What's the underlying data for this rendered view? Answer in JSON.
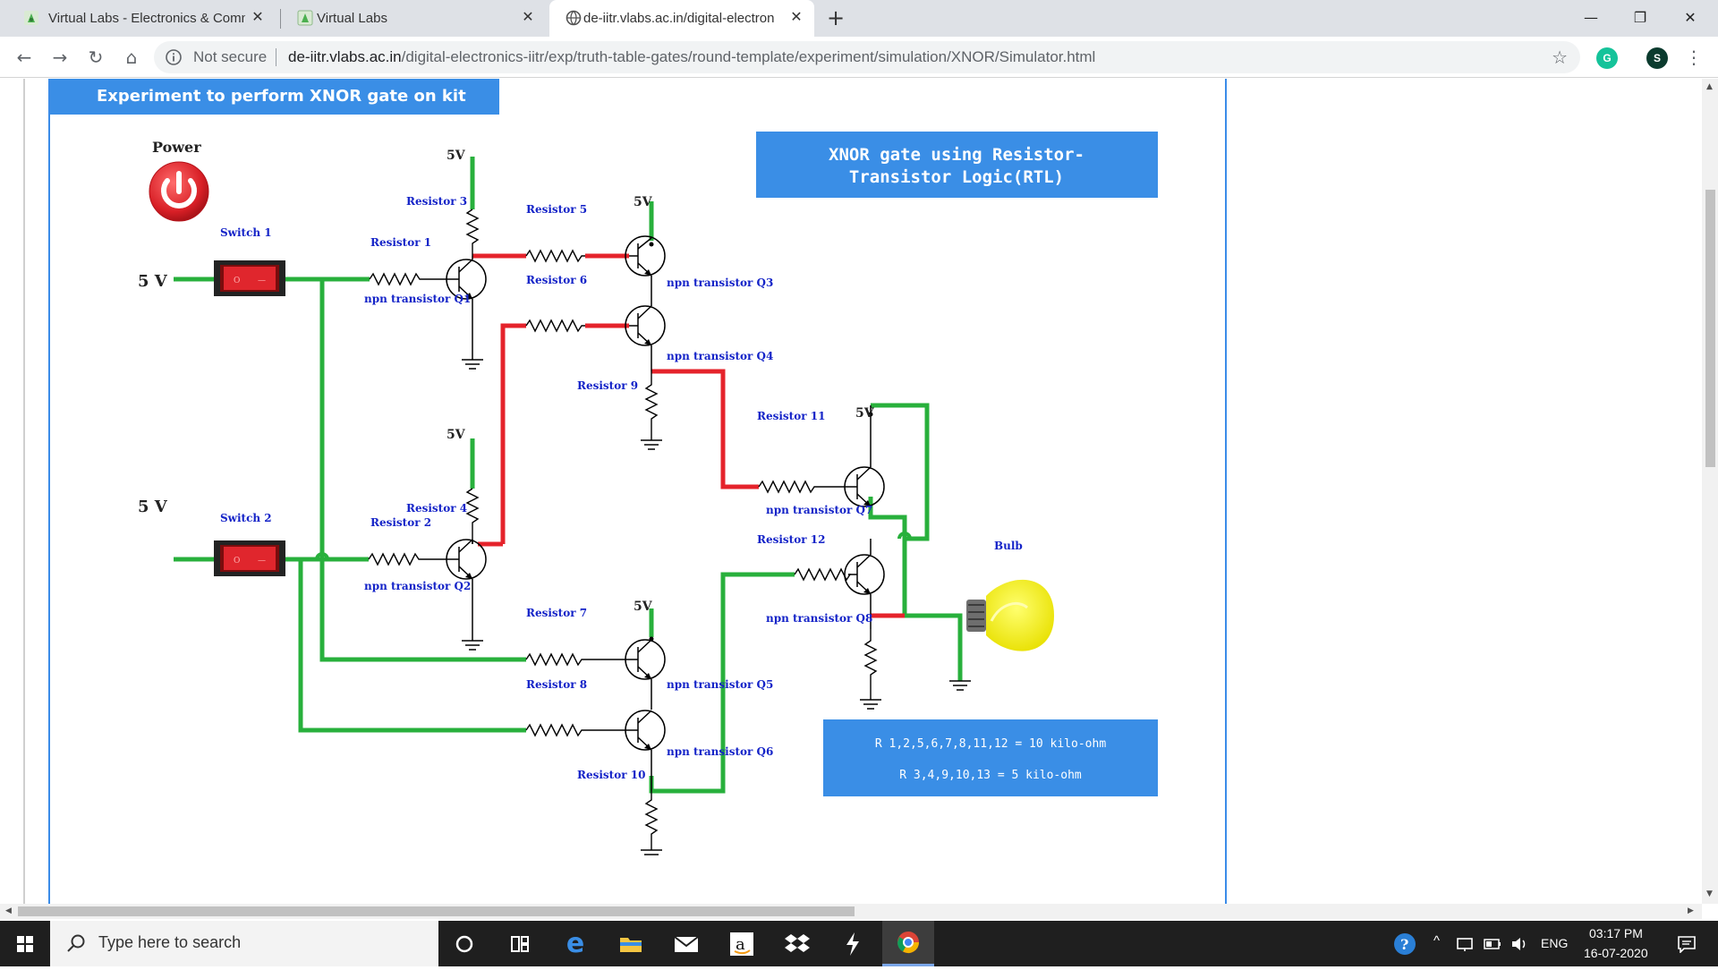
{
  "browser": {
    "tabs": [
      {
        "title": "Virtual Labs - Electronics & Comm",
        "active": false
      },
      {
        "title": "Virtual Labs",
        "active": false
      },
      {
        "title": "de-iitr.vlabs.ac.in/digital-electron",
        "active": true
      }
    ],
    "security_label": "Not secure",
    "url_host": "de-iitr.vlabs.ac.in",
    "url_path": "/digital-electronics-iitr/exp/truth-table-gates/round-template/experiment/simulation/XNOR/Simulator.html",
    "profile_initial": "S"
  },
  "page": {
    "experiment_title": "Experiment to perform XNOR gate on kit",
    "circuit": {
      "power_label": "Power",
      "heading_line1": "XNOR gate using Resistor-",
      "heading_line2": "Transistor Logic(RTL)",
      "supply_label": "5V",
      "input_label": "5 V",
      "switch1_label": "Switch 1",
      "switch2_label": "Switch 2",
      "r1": "Resistor 1",
      "r2": "Resistor 2",
      "r3": "Resistor 3",
      "r4": "Resistor 4",
      "r5": "Resistor 5",
      "r6": "Resistor 6",
      "r7": "Resistor 7",
      "r8": "Resistor 8",
      "r9": "Resistor 9",
      "r10": "Resistor 10",
      "r11": "Resistor 11",
      "r12": "Resistor 12",
      "q1": "npn transistor Q1",
      "q2": "npn transistor Q2",
      "q3": "npn transistor Q3",
      "q4": "npn transistor Q4",
      "q5": "npn transistor Q5",
      "q6": "npn transistor Q6",
      "q7": "npn transistor Q7",
      "q8": "npn transistor Q8",
      "bulb_label": "Bulb",
      "note_line1": "R 1,2,5,6,7,8,11,12 = 10 kilo-ohm",
      "note_line2": "R 3,4,9,10,13 = 5 kilo-ohm",
      "colors": {
        "wire_green": "#28b03c",
        "wire_red": "#e5232b",
        "panel_blue": "#3a8ee6",
        "label_blue": "#1524c8",
        "bulb_yellow": "#f4f122"
      }
    }
  },
  "taskbar": {
    "search_placeholder": "Type here to search",
    "language": "ENG",
    "time": "03:17 PM",
    "date": "16-07-2020"
  }
}
